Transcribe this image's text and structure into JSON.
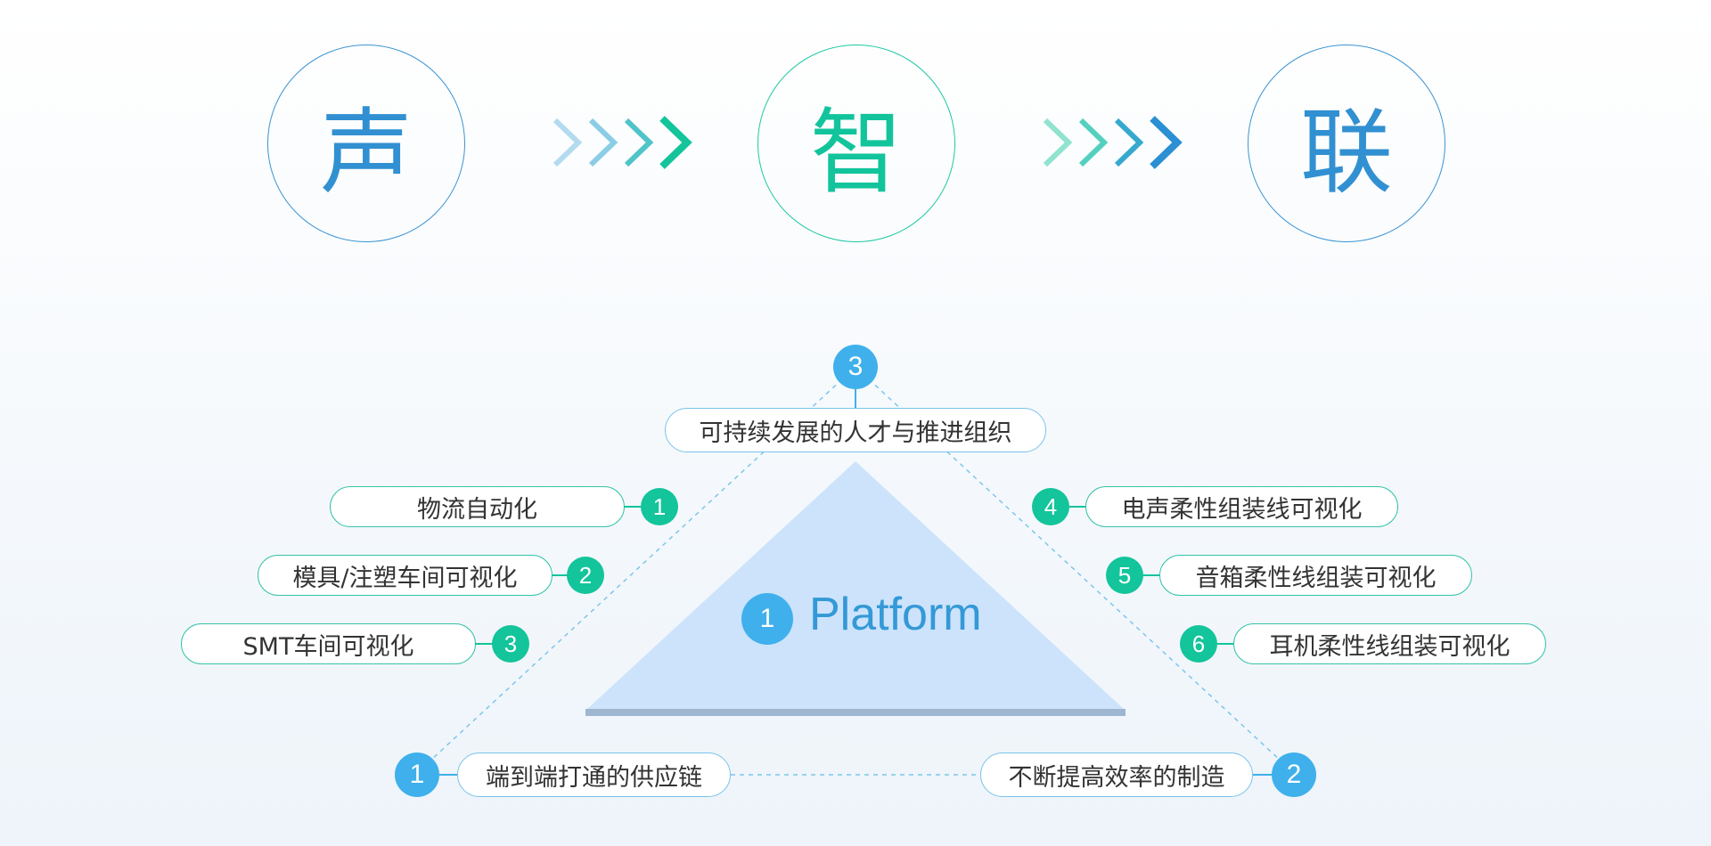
{
  "header": {
    "stages": [
      "声",
      "智",
      "联"
    ],
    "arrows": [
      "arrow-chevrons",
      "arrow-chevrons"
    ]
  },
  "platform": {
    "number": "1",
    "label": "Platform"
  },
  "pillars": {
    "top": {
      "number": "3",
      "label": "可持续发展的人才与推进组织"
    },
    "bottom_left": {
      "number": "1",
      "label": "端到端打通的供应链"
    },
    "bottom_right": {
      "number": "2",
      "label": "不断提高效率的制造"
    }
  },
  "left_items": [
    {
      "number": "1",
      "label": "物流自动化"
    },
    {
      "number": "2",
      "label": "模具/注塑车间可视化"
    },
    {
      "number": "3",
      "label": "SMT车间可视化"
    }
  ],
  "right_items": [
    {
      "number": "4",
      "label": "电声柔性组装线可视化"
    },
    {
      "number": "5",
      "label": "音箱柔性线组装可视化"
    },
    {
      "number": "6",
      "label": "耳机柔性线组装可视化"
    }
  ],
  "colors": {
    "blue": "#3190d1",
    "green": "#14c49b",
    "light_blue": "#3fb0ec",
    "triangle": "#cce3fb"
  }
}
